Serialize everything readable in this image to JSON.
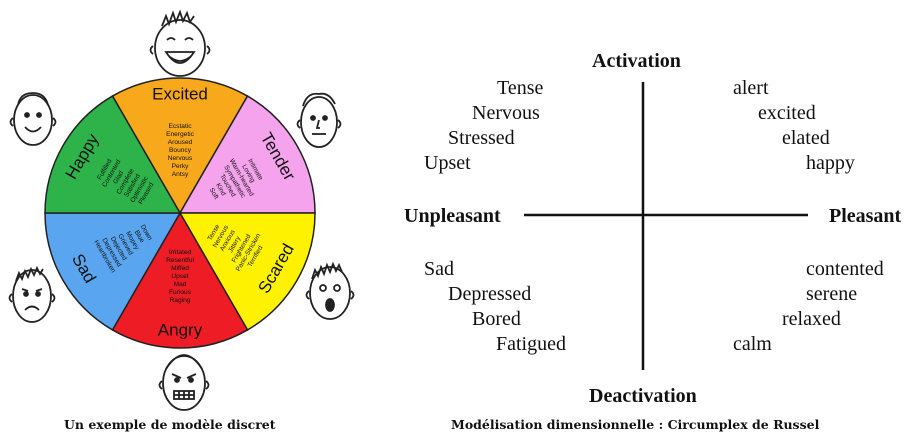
{
  "discrete_model": {
    "caption": "Un exemple de modèle discret",
    "segments": [
      {
        "label": "Excited",
        "color": "#f7a81b",
        "words": [
          "Ecstatic",
          "Energetic",
          "Aroused",
          "Bouncy",
          "Nervous",
          "Perky",
          "Antsy"
        ]
      },
      {
        "label": "Tender",
        "color": "#f4a3ec",
        "words": [
          "Intimate",
          "Loving",
          "Warm-hearted",
          "Sympathetic",
          "Touched",
          "Kind",
          "Soft"
        ]
      },
      {
        "label": "Scared",
        "color": "#fff200",
        "words": [
          "Tense",
          "Nervous",
          "Anxious",
          "Jittery",
          "Frightened",
          "Panic-Stricken",
          "Terrified"
        ]
      },
      {
        "label": "Angry",
        "color": "#ee1c25",
        "words": [
          "Irritated",
          "Resentful",
          "Miffed",
          "Upset",
          "Mad",
          "Furious",
          "Raging"
        ]
      },
      {
        "label": "Sad",
        "color": "#5aa5f0",
        "words": [
          "Down",
          "Blue",
          "Mopey",
          "Grieved",
          "Dejected",
          "Depressed",
          "Heartbroken"
        ]
      },
      {
        "label": "Happy",
        "color": "#2db34a",
        "words": [
          "Fulfilled",
          "Contented",
          "Glad",
          "Complete",
          "Satisfied",
          "Optimistic",
          "Pleased"
        ]
      }
    ],
    "faces": [
      "laughing-face-icon",
      "neutral-face-icon",
      "scared-face-icon",
      "angry-face-icon",
      "sad-face-icon",
      "smiling-face-icon"
    ]
  },
  "circumplex": {
    "caption": "Modélisation dimensionnelle : Circumplex de Russel",
    "axis_top": "Activation",
    "axis_bottom": "Deactivation",
    "axis_left": "Unpleasant",
    "axis_right": "Pleasant",
    "upper_left": [
      "Tense",
      "Nervous",
      "Stressed",
      "Upset"
    ],
    "upper_right": [
      "alert",
      "excited",
      "elated",
      "happy"
    ],
    "lower_left": [
      "Sad",
      "Depressed",
      "Bored",
      "Fatigued"
    ],
    "lower_right": [
      "contented",
      "serene",
      "relaxed",
      "calm"
    ]
  }
}
